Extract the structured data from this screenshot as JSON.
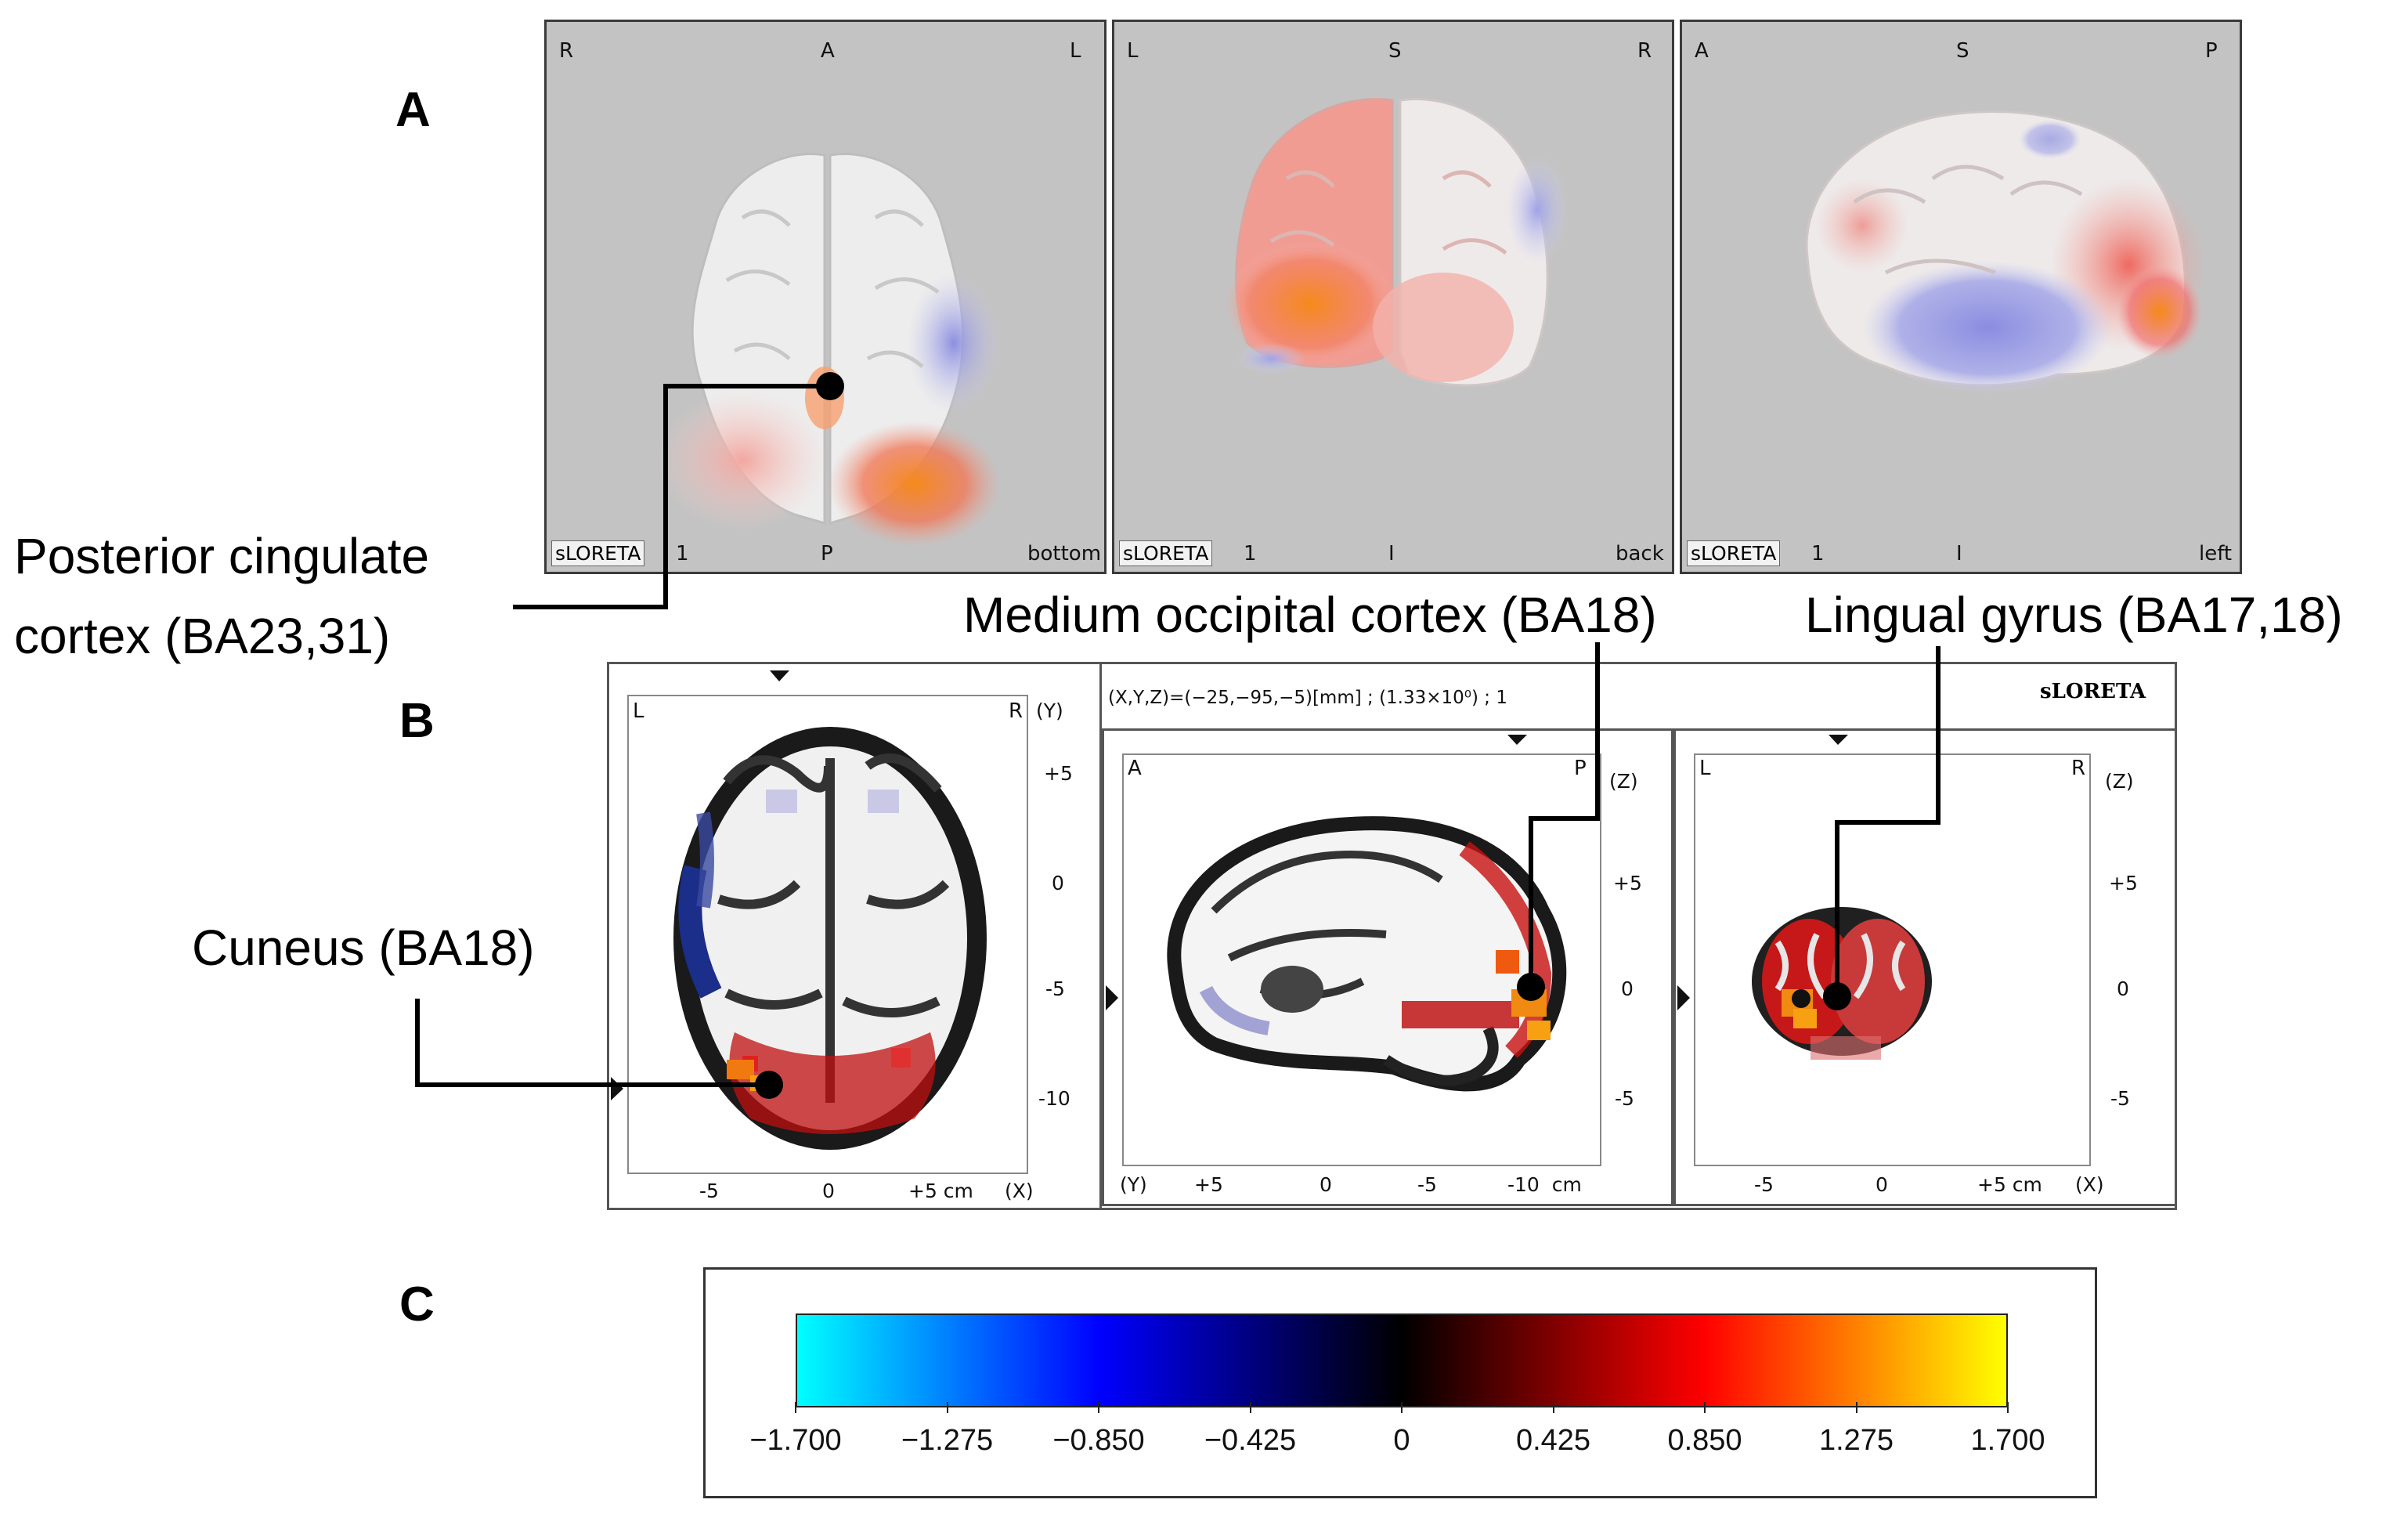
{
  "panels": {
    "a": "A",
    "b": "B",
    "c": "C"
  },
  "views3d": [
    {
      "top_left": "R",
      "top_center": "A",
      "top_right": "L",
      "method": "sLORETA",
      "frame": "1",
      "bottom_center": "P",
      "bottom_right": "bottom"
    },
    {
      "top_left": "L",
      "top_center": "S",
      "top_right": "R",
      "method": "sLORETA",
      "frame": "1",
      "bottom_center": "I",
      "bottom_right": "back"
    },
    {
      "top_left": "A",
      "top_center": "S",
      "top_right": "P",
      "method": "sLORETA",
      "frame": "1",
      "bottom_center": "I",
      "bottom_right": "left"
    }
  ],
  "annotations": {
    "posterior_cingulate_line1": "Posterior cingulate",
    "posterior_cingulate_line2": "cortex (BA23,31)",
    "medium_occipital": "Medium occipital cortex (BA18)",
    "lingual_gyrus": "Lingual gyrus (BA17,18)",
    "cuneus": "Cuneus (BA18)"
  },
  "slices": {
    "header_coords": "(X,Y,Z)=(−25,−95,−5)[mm] ; (1.33×10⁰) ; 1",
    "method": "sLORETA",
    "axial": {
      "left": "L",
      "right": "R",
      "axis_right": "(Y)",
      "y_ticks": [
        "+5",
        "0",
        "-5",
        "-10"
      ],
      "x_ticks": [
        "-5",
        "0",
        "+5 cm"
      ],
      "axis_bottom": "(X)"
    },
    "sagittal": {
      "left": "A",
      "right": "P",
      "axis_right": "(Z)",
      "y_ticks": [
        "+5",
        "0",
        "-5"
      ],
      "axis_bottom": "(Y)",
      "x_ticks": [
        "+5",
        "0",
        "-5",
        "-10  cm"
      ]
    },
    "coronal": {
      "left": "L",
      "right": "R",
      "axis_right": "(Z)",
      "y_ticks": [
        "+5",
        "0",
        "-5"
      ],
      "x_ticks": [
        "-5",
        "0",
        "+5 cm"
      ],
      "axis_bottom": "(X)"
    }
  },
  "colorbar": {
    "ticks": [
      "−1.700",
      "−1.275",
      "−0.850",
      "−0.425",
      "0",
      "0.425",
      "0.850",
      "1.275",
      "1.700"
    ],
    "min": -1.7,
    "max": 1.7,
    "colors": [
      "#00ffff",
      "#0000ff",
      "#000000",
      "#ff0000",
      "#ffff00"
    ]
  }
}
